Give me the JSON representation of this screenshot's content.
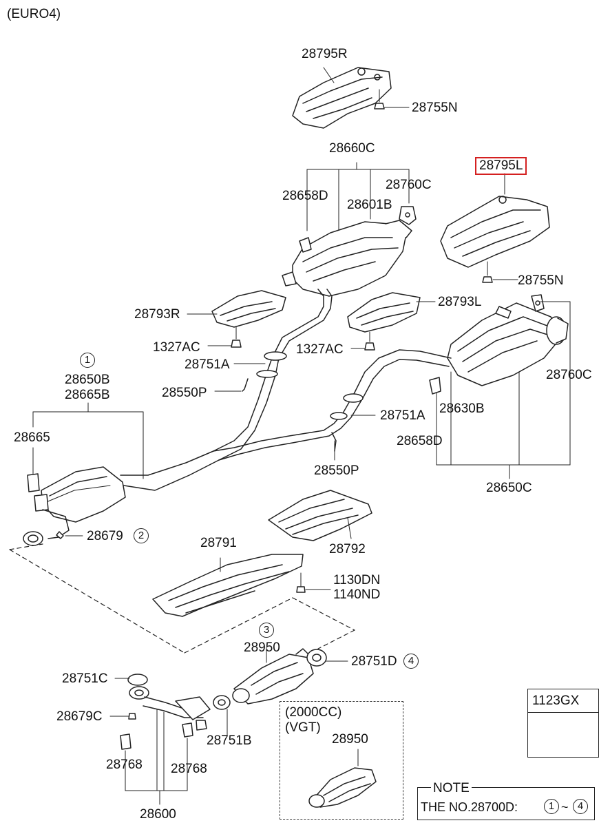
{
  "header": {
    "variant": "(EURO4)"
  },
  "parts": {
    "p28795R": "28795R",
    "p28755N_top": "28755N",
    "p28660C": "28660C",
    "p28795L": "28795L",
    "p28658D_top": "28658D",
    "p28760C_top": "28760C",
    "p28601B": "28601B",
    "p28755N_right": "28755N",
    "p28793R": "28793R",
    "p28793L": "28793L",
    "p1327AC_left": "1327AC",
    "p1327AC_mid": "1327AC",
    "p28751A_left": "28751A",
    "p28550P_left": "28550P",
    "p28760C_right": "28760C",
    "p28630B": "28630B",
    "p28751A_right": "28751A",
    "p28658D_right": "28658D",
    "p28650B": "28650B",
    "p28665B": "28665B",
    "p28665": "28665",
    "p28550P_mid": "28550P",
    "p28650C": "28650C",
    "p28679": "28679",
    "p28791": "28791",
    "p28792": "28792",
    "p1130DN": "1130DN",
    "p1140ND": "1140ND",
    "p28950": "28950",
    "p28751D": "28751D",
    "p28751C": "28751C",
    "p28679C": "28679C",
    "p28751B": "28751B",
    "p28768_left": "28768",
    "p28768_right": "28768",
    "p28600": "28600",
    "p28950_vgt": "28950"
  },
  "callouts": {
    "c1": "1",
    "c2": "2",
    "c3": "3",
    "c4": "4",
    "n1": "1",
    "n4": "4"
  },
  "vgt_box": {
    "line1": "(2000CC)",
    "line2": "(VGT)"
  },
  "fastener_box": {
    "code": "1123GX"
  },
  "note": {
    "title": "NOTE",
    "text": "THE NO.28700D:",
    "range_sep": "~"
  },
  "colors": {
    "highlight": "#d42020",
    "line": "#222222"
  }
}
